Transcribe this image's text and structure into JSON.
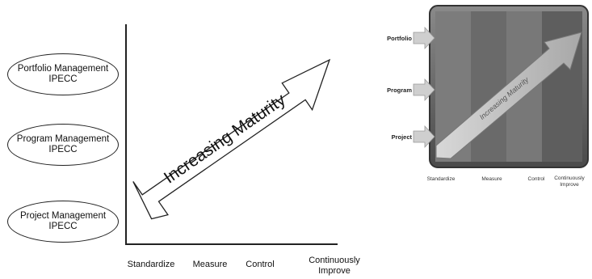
{
  "levels": [
    {
      "line1": "Portfolio Management",
      "line2": "IPECC"
    },
    {
      "line1": "Program Management",
      "line2": "IPECC"
    },
    {
      "line1": "Project Management",
      "line2": "IPECC"
    }
  ],
  "stages": [
    {
      "line1": "Standardize",
      "line2": ""
    },
    {
      "line1": "Measure",
      "line2": ""
    },
    {
      "line1": "Control",
      "line2": ""
    },
    {
      "line1": "Continuously",
      "line2": "Improve"
    }
  ],
  "arrow_label": "Increasing Maturity",
  "small_diagram": {
    "levels": [
      "Portfolio",
      "Program",
      "Project"
    ],
    "stages": [
      {
        "line1": "Standardize",
        "line2": ""
      },
      {
        "line1": "Measure",
        "line2": ""
      },
      {
        "line1": "Control",
        "line2": ""
      },
      {
        "line1": "Continuously",
        "line2": "Improve"
      }
    ],
    "arrow_label": "Increasing Maturity"
  }
}
